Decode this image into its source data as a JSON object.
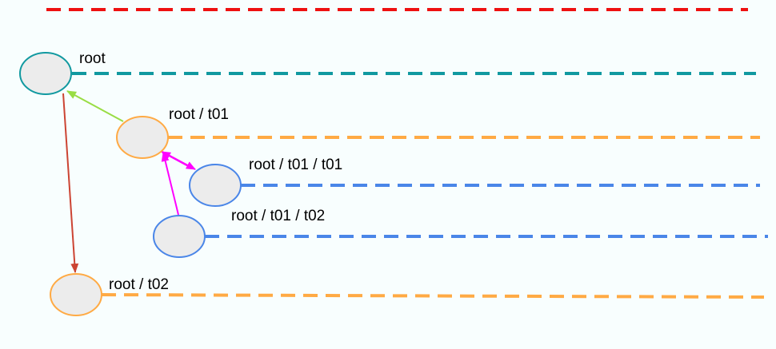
{
  "colors": {
    "red": "#ee1111",
    "teal": "#1199a0",
    "orange": "#ffaa44",
    "blue": "#4a86e8",
    "green": "#99dd44",
    "magenta": "#ff00ff",
    "brown": "#cc4433",
    "node_fill": "#ececec"
  },
  "nodes": {
    "root": {
      "label": "root"
    },
    "t01": {
      "label": "root / t01"
    },
    "t01_t01": {
      "label": "root / t01 / t01"
    },
    "t01_t02": {
      "label": "root / t01 / t02"
    },
    "t02": {
      "label": "root / t02"
    }
  }
}
